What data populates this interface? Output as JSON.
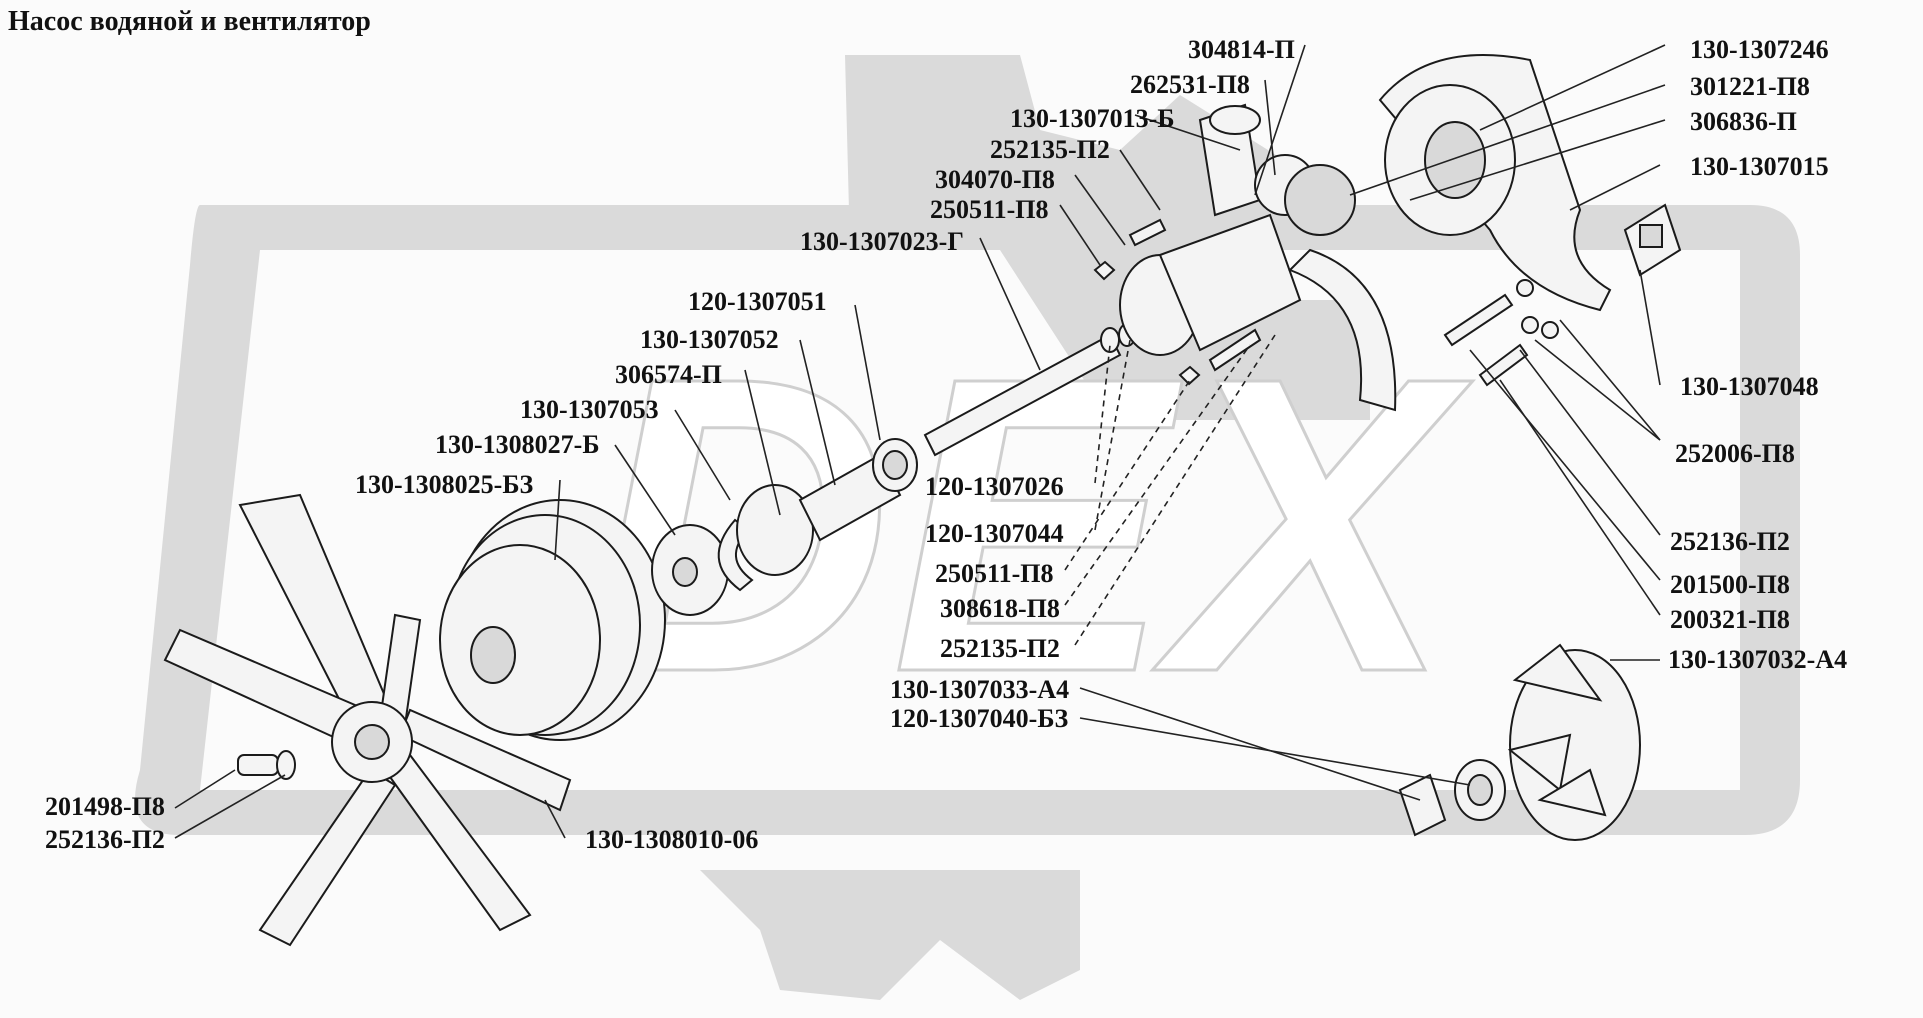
{
  "title": "Насос водяной и вентилятор",
  "watermark": {
    "text": "DEX",
    "color": "#dadada"
  },
  "colors": {
    "ink": "#111111",
    "background": "#fbfbfb",
    "watermark": "#dadada"
  },
  "callouts": [
    "304814-П",
    "262531-П8",
    "130-1307013-Б",
    "252135-П2",
    "304070-П8",
    "250511-П8",
    "130-1307023-Г",
    "120-1307051",
    "130-1307052",
    "306574-П",
    "130-1307053",
    "130-1308027-Б",
    "130-1308025-БЗ",
    "130-1307246",
    "301221-П8",
    "306836-П",
    "130-1307015",
    "130-1307048",
    "252006-П8",
    "252136-П2",
    "201500-П8",
    "200321-П8",
    "130-1307032-А4",
    "120-1307026",
    "120-1307044",
    "250511-П8",
    "308618-П8",
    "252135-П2",
    "130-1307033-А4",
    "120-1307040-БЗ",
    "201498-П8",
    "252136-П2",
    "130-1308010-06"
  ]
}
